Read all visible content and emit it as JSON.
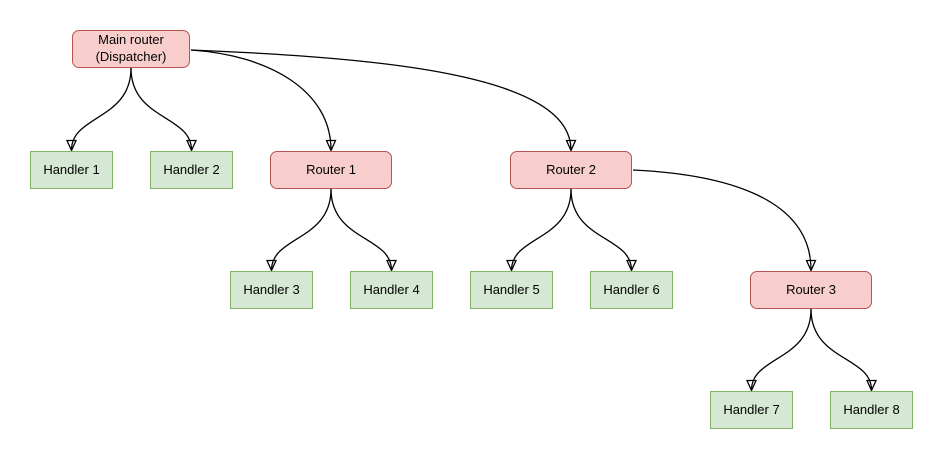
{
  "diagram": {
    "background": "#ffffff",
    "colors": {
      "router_fill": "#f8cecc",
      "router_border": "#b85450",
      "handler_fill": "#d5e8d4",
      "handler_border": "#82b366",
      "edge": "#000000",
      "text": "#000000"
    },
    "nodes": {
      "main_router": {
        "label": "Main router\n(Dispatcher)",
        "type": "router"
      },
      "handler1": {
        "label": "Handler 1",
        "type": "handler"
      },
      "handler2": {
        "label": "Handler 2",
        "type": "handler"
      },
      "router1": {
        "label": "Router 1",
        "type": "router"
      },
      "router2": {
        "label": "Router 2",
        "type": "router"
      },
      "handler3": {
        "label": "Handler 3",
        "type": "handler"
      },
      "handler4": {
        "label": "Handler 4",
        "type": "handler"
      },
      "handler5": {
        "label": "Handler 5",
        "type": "handler"
      },
      "handler6": {
        "label": "Handler 6",
        "type": "handler"
      },
      "router3": {
        "label": "Router 3",
        "type": "router"
      },
      "handler7": {
        "label": "Handler 7",
        "type": "handler"
      },
      "handler8": {
        "label": "Handler 8",
        "type": "handler"
      }
    },
    "edges": [
      {
        "from": "main_router",
        "to": "handler1"
      },
      {
        "from": "main_router",
        "to": "handler2"
      },
      {
        "from": "main_router",
        "to": "router1"
      },
      {
        "from": "main_router",
        "to": "router2"
      },
      {
        "from": "router1",
        "to": "handler3"
      },
      {
        "from": "router1",
        "to": "handler4"
      },
      {
        "from": "router2",
        "to": "handler5"
      },
      {
        "from": "router2",
        "to": "handler6"
      },
      {
        "from": "router2",
        "to": "router3"
      },
      {
        "from": "router3",
        "to": "handler7"
      },
      {
        "from": "router3",
        "to": "handler8"
      }
    ]
  }
}
